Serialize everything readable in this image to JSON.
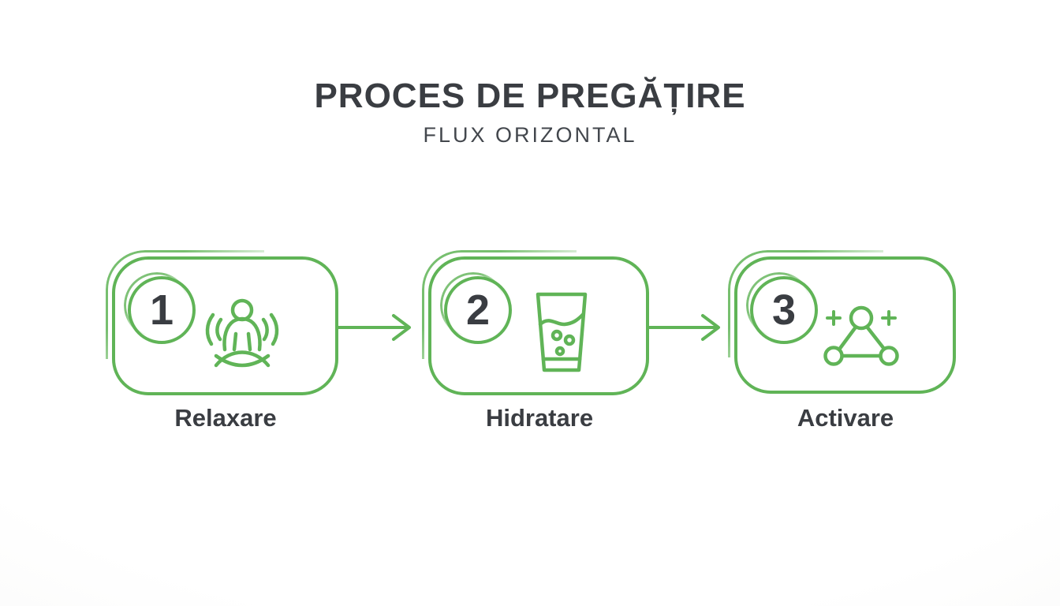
{
  "colors": {
    "accent_green": "#60b457",
    "text_dark": "#3a3d42",
    "bg_page": "#ffffff"
  },
  "header": {
    "title": "PROCES DE PREGĂȚIRE",
    "subtitle": "FLUX ORIZONTAL"
  },
  "steps": [
    {
      "number": "1",
      "label": "Relaxare",
      "icon": "meditation-icon"
    },
    {
      "number": "2",
      "label": "Hidratare",
      "icon": "water-glass-icon"
    },
    {
      "number": "3",
      "label": "Activare",
      "icon": "molecule-icon"
    }
  ],
  "connectors": [
    {
      "icon": "arrow-right-icon",
      "from": "Relaxare",
      "to": "Hidratare"
    },
    {
      "icon": "arrow-right-icon",
      "from": "Hidratare",
      "to": "Activare"
    }
  ]
}
